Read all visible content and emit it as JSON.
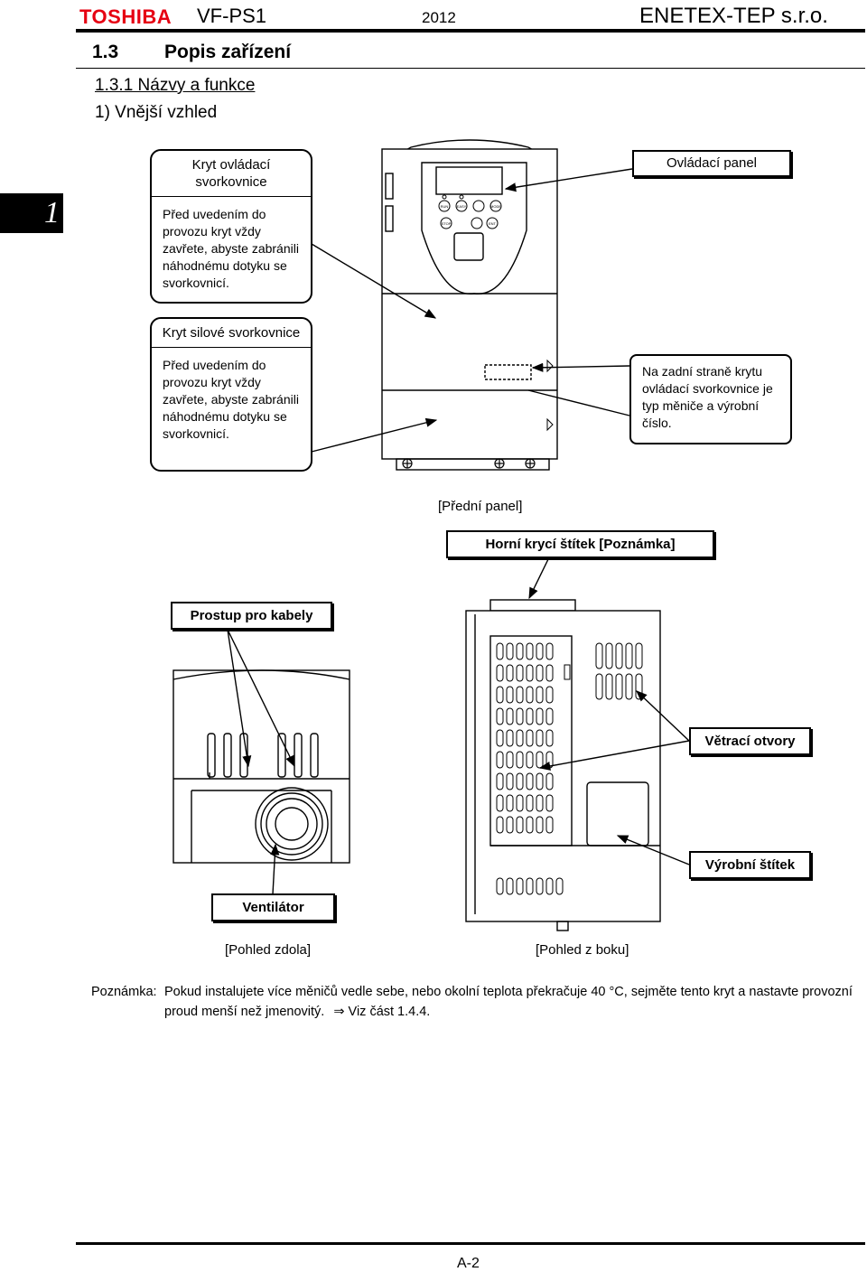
{
  "header": {
    "brand": "TOSHIBA",
    "model": "VF-PS1",
    "year": "2012",
    "company": "ENETEX-TEP s.r.o."
  },
  "chapter_tab": "1",
  "section": {
    "number": "1.3",
    "title": "Popis zařízení"
  },
  "subsection": "1.3.1 Názvy a funkce",
  "subsubsection": "1) Vnější vzhled",
  "front": {
    "callout_control_cover": {
      "title": "Kryt ovládací svorkovnice",
      "text": "Před uvedením do provozu kryt vždy zavřete, abyste zabránili náhodnému dotyku se svorkovnicí."
    },
    "callout_power_cover": {
      "title": "Kryt silové svorkovnice",
      "text": "Před uvedením do provozu kryt vždy zavřete, abyste zabránili náhodnému dotyku se svorkovnicí."
    },
    "label_panel": "Ovládací panel",
    "callout_rear": "Na zadní straně krytu ovládací svorkovnice je typ měniče a výrobní číslo.",
    "caption": "[Přední panel]",
    "keys": [
      "RUN",
      "EASY",
      "MODE",
      "STOP",
      "ENT"
    ]
  },
  "lower": {
    "label_top_sticker": "Horní krycí štítek [Poznámka]",
    "label_cable": "Prostup pro kabely",
    "label_vents": "Větrací otvory",
    "label_nameplate": "Výrobní štítek",
    "label_fan": "Ventilátor",
    "caption_bottom": "[Pohled zdola]",
    "caption_side": "[Pohled z boku]"
  },
  "note": {
    "label": "Poznámka:",
    "text": "Pokud instalujete více měničů vedle sebe, nebo okolní teplota překračuje 40 °C, sejměte tento kryt a nastavte provozní proud menší než jmenovitý.",
    "ref_arrow": "⇒",
    "ref": "Viz část 1.4.4."
  },
  "page_number": "A-2"
}
